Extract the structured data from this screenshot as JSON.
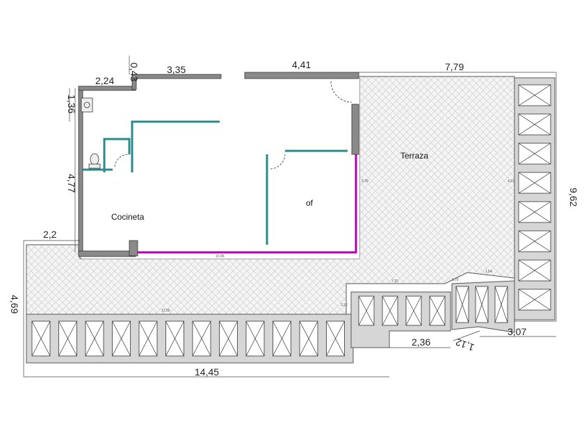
{
  "rooms": {
    "cocineta": "Cocineta",
    "office": "of",
    "terraza": "Terraza"
  },
  "dimensions": {
    "top_043": "0,43",
    "top_224": "2,24",
    "top_335": "3,35",
    "top_441": "4,41",
    "top_779": "7,79",
    "left_136": "1,36",
    "left_477": "4,77",
    "left_22": "2,2",
    "left_469": "4,69",
    "right_962": "9,62",
    "bottom_236": "2,36",
    "bottom_112": "1,12",
    "bottom_307": "3,07",
    "bottom_1445": "14,45"
  },
  "inner_labels": {
    "l1": "10,96",
    "l2": "12,50",
    "l3": "7,72",
    "l4": "1,64",
    "l5": "0,76",
    "l6": "5,78",
    "l7": "4,21",
    "l8": "2,12"
  },
  "colors": {
    "wall": "#7a7a7a",
    "line": "#333333",
    "accent_teal": "#2a8a8a",
    "accent_magenta": "#b000b0",
    "terrace_fill": "#f3f3f3",
    "planter_fill": "#cfcfcf"
  }
}
